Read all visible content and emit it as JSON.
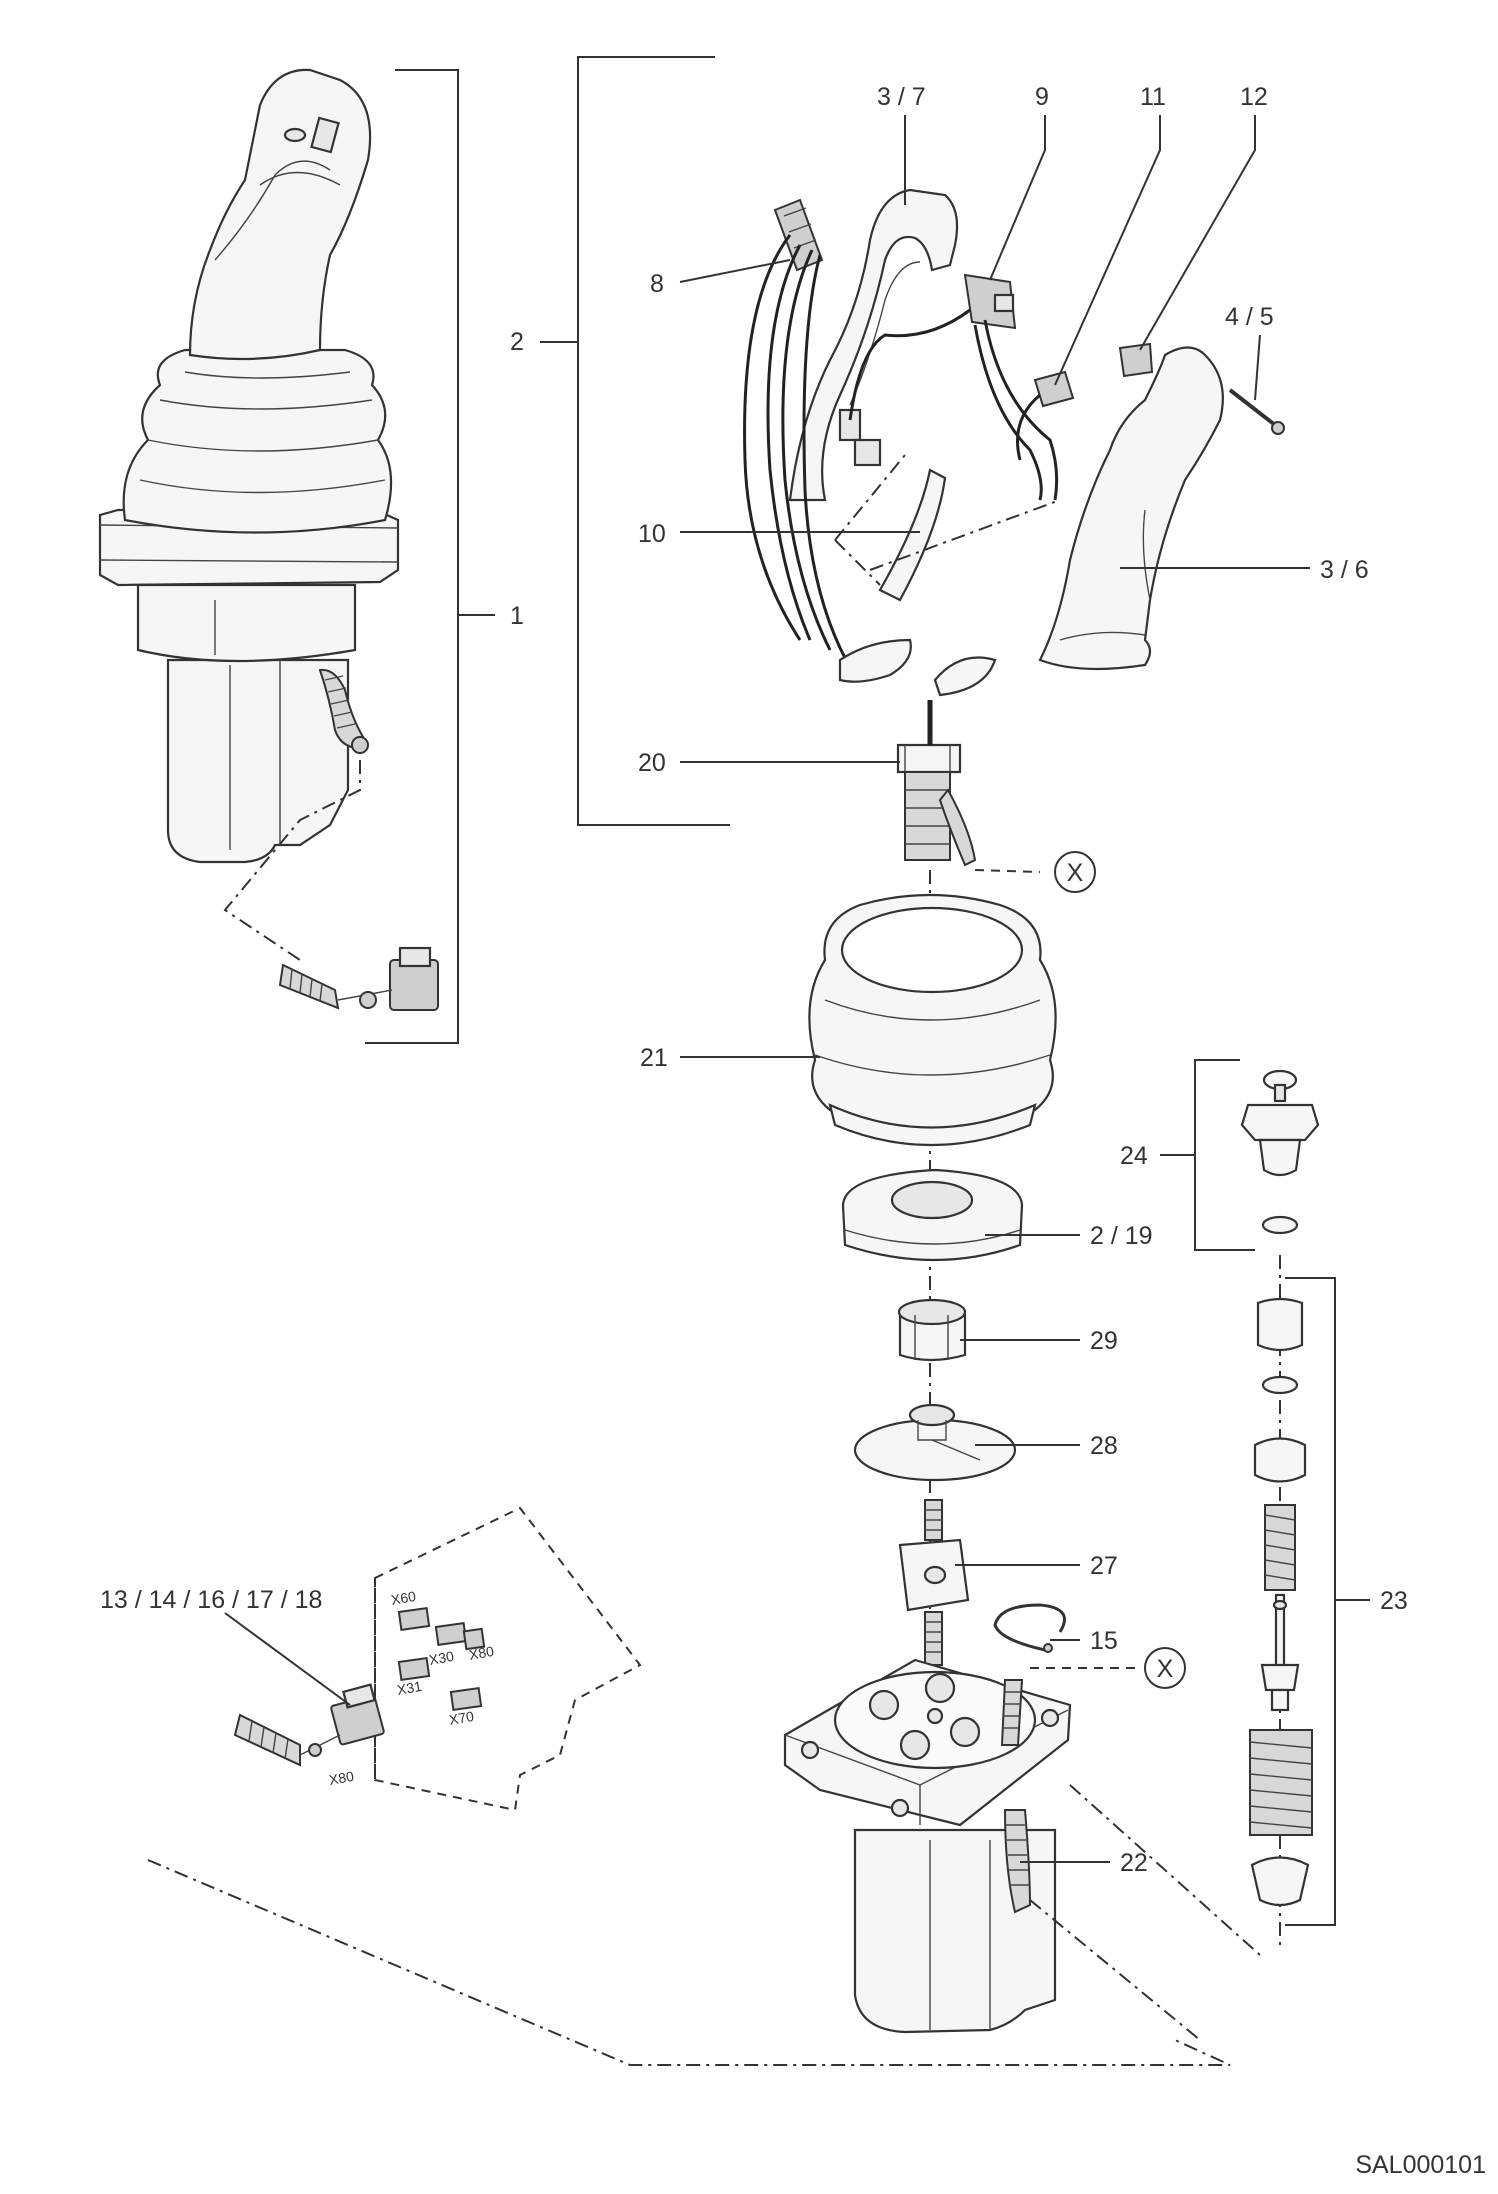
{
  "figure_code": "SAL000101",
  "callouts": {
    "c1": "1",
    "c2": "2",
    "c3_7": "3 / 7",
    "c3_6": "3 / 6",
    "c4_5": "4 / 5",
    "c8": "8",
    "c9": "9",
    "c10": "10",
    "c11": "11",
    "c12": "12",
    "c13": "13 / 14 / 16 / 17 / 18",
    "c15": "15",
    "c20": "20",
    "c21": "21",
    "c22": "22",
    "c23": "23",
    "c24": "24",
    "c27": "27",
    "c28": "28",
    "c29": "29",
    "c2_19": "2 / 19"
  },
  "reference_marks": {
    "x_top": "X",
    "x_bottom": "X"
  },
  "harness_box_labels": {
    "x60": "X60",
    "x30": "X30",
    "x80_box": "X80",
    "x31": "X31",
    "x70": "X70",
    "x80_plug": "X80"
  }
}
